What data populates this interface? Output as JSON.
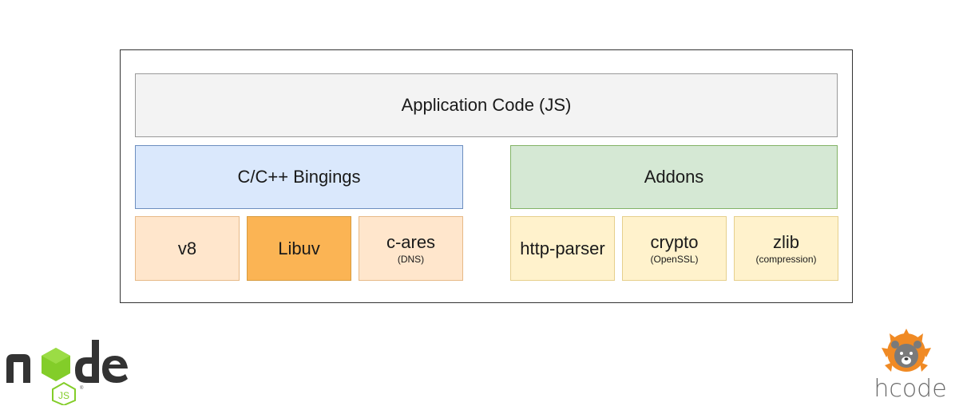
{
  "diagram": {
    "app_code": "Application Code (JS)",
    "bindings": "C/C++ Bingings",
    "addons": "Addons",
    "deps": [
      {
        "name": "v8",
        "sub": ""
      },
      {
        "name": "Libuv",
        "sub": ""
      },
      {
        "name": "c-ares",
        "sub": "(DNS)"
      },
      {
        "name": "http-parser",
        "sub": ""
      },
      {
        "name": "crypto",
        "sub": "(OpenSSL)"
      },
      {
        "name": "zlib",
        "sub": "(compression)"
      }
    ]
  },
  "logos": {
    "node_label": "node",
    "node_badge": "JS",
    "hcode_label": "hcode"
  },
  "colors": {
    "app": "#f3f3f3",
    "bindings": "#dae8fc",
    "addons": "#d5e8d4",
    "dep_light": "#ffe6cc",
    "dep_strong": "#fbb454",
    "dep_yellow": "#fff2cc",
    "node_green": "#83cd29",
    "node_dark": "#333333",
    "hcode_orange": "#f08a24",
    "hcode_gray": "#6b6b6b"
  }
}
